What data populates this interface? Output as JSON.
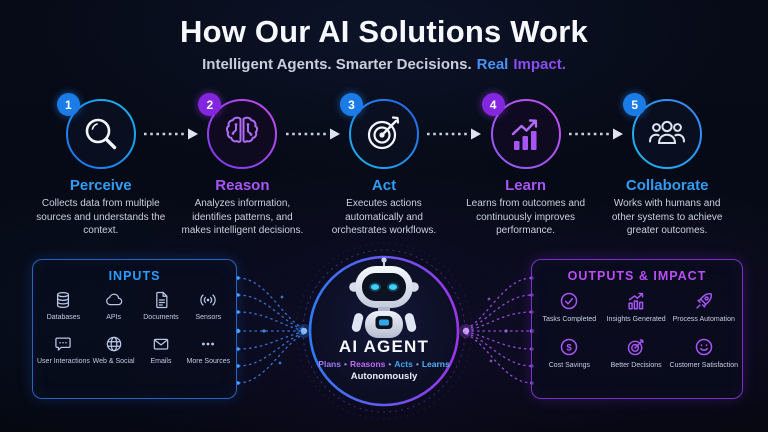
{
  "header": {
    "title": "How Our AI Solutions Work",
    "subtitle": "Intelligent Agents. Smarter Decisions.",
    "subtitle_accent_blue": "Real",
    "subtitle_accent_purple": "Impact."
  },
  "steps": [
    {
      "num": "1",
      "name": "Perceive",
      "desc": "Collects data from multiple sources and understands the context.",
      "icon": "magnifier-icon",
      "accent": "blue"
    },
    {
      "num": "2",
      "name": "Reason",
      "desc": "Analyzes information, identifies patterns, and makes intelligent decisions.",
      "icon": "brain-icon",
      "accent": "purple"
    },
    {
      "num": "3",
      "name": "Act",
      "desc": "Executes actions automatically and orchestrates workflows.",
      "icon": "target-icon",
      "accent": "blue"
    },
    {
      "num": "4",
      "name": "Learn",
      "desc": "Learns from outcomes and continuously improves performance.",
      "icon": "growth-chart-icon",
      "accent": "purple"
    },
    {
      "num": "5",
      "name": "Collaborate",
      "desc": "Works with humans and other systems to achieve greater outcomes.",
      "icon": "people-group-icon",
      "accent": "blue"
    }
  ],
  "inputs": {
    "title": "INPUTS",
    "items": [
      {
        "label": "Databases",
        "icon": "database-icon"
      },
      {
        "label": "APIs",
        "icon": "cloud-icon"
      },
      {
        "label": "Documents",
        "icon": "document-icon"
      },
      {
        "label": "Sensors",
        "icon": "sensor-signal-icon"
      },
      {
        "label": "User Interactions",
        "icon": "chat-bubble-icon"
      },
      {
        "label": "Web & Social",
        "icon": "globe-icon"
      },
      {
        "label": "Emails",
        "icon": "envelope-icon"
      },
      {
        "label": "More Sources",
        "icon": "ellipsis-icon"
      }
    ]
  },
  "agent": {
    "name": "AI AGENT",
    "tagline": [
      "Plans",
      "Reasons",
      "Acts",
      "Learns"
    ],
    "separator": "•",
    "mode": "Autonomously"
  },
  "outputs": {
    "title": "OUTPUTS & IMPACT",
    "items": [
      {
        "label": "Tasks Completed",
        "icon": "check-circle-icon"
      },
      {
        "label": "Insights Generated",
        "icon": "bar-chart-arrow-icon"
      },
      {
        "label": "Process Automation",
        "icon": "rocket-icon"
      },
      {
        "label": "Cost Savings",
        "icon": "dollar-circle-icon",
        "glyph": "$"
      },
      {
        "label": "Better Decisions",
        "icon": "target-arrow-icon"
      },
      {
        "label": "Customer Satisfaction",
        "icon": "smiley-icon"
      }
    ]
  },
  "colors": {
    "background": "#060a15",
    "blue_accent": "#2f9df5",
    "purple_accent": "#a855f7",
    "panel_border_blue": "#3882f6",
    "panel_border_purple": "#963cf0",
    "text_primary": "#f6f8fc",
    "text_secondary": "#c9d1df"
  }
}
